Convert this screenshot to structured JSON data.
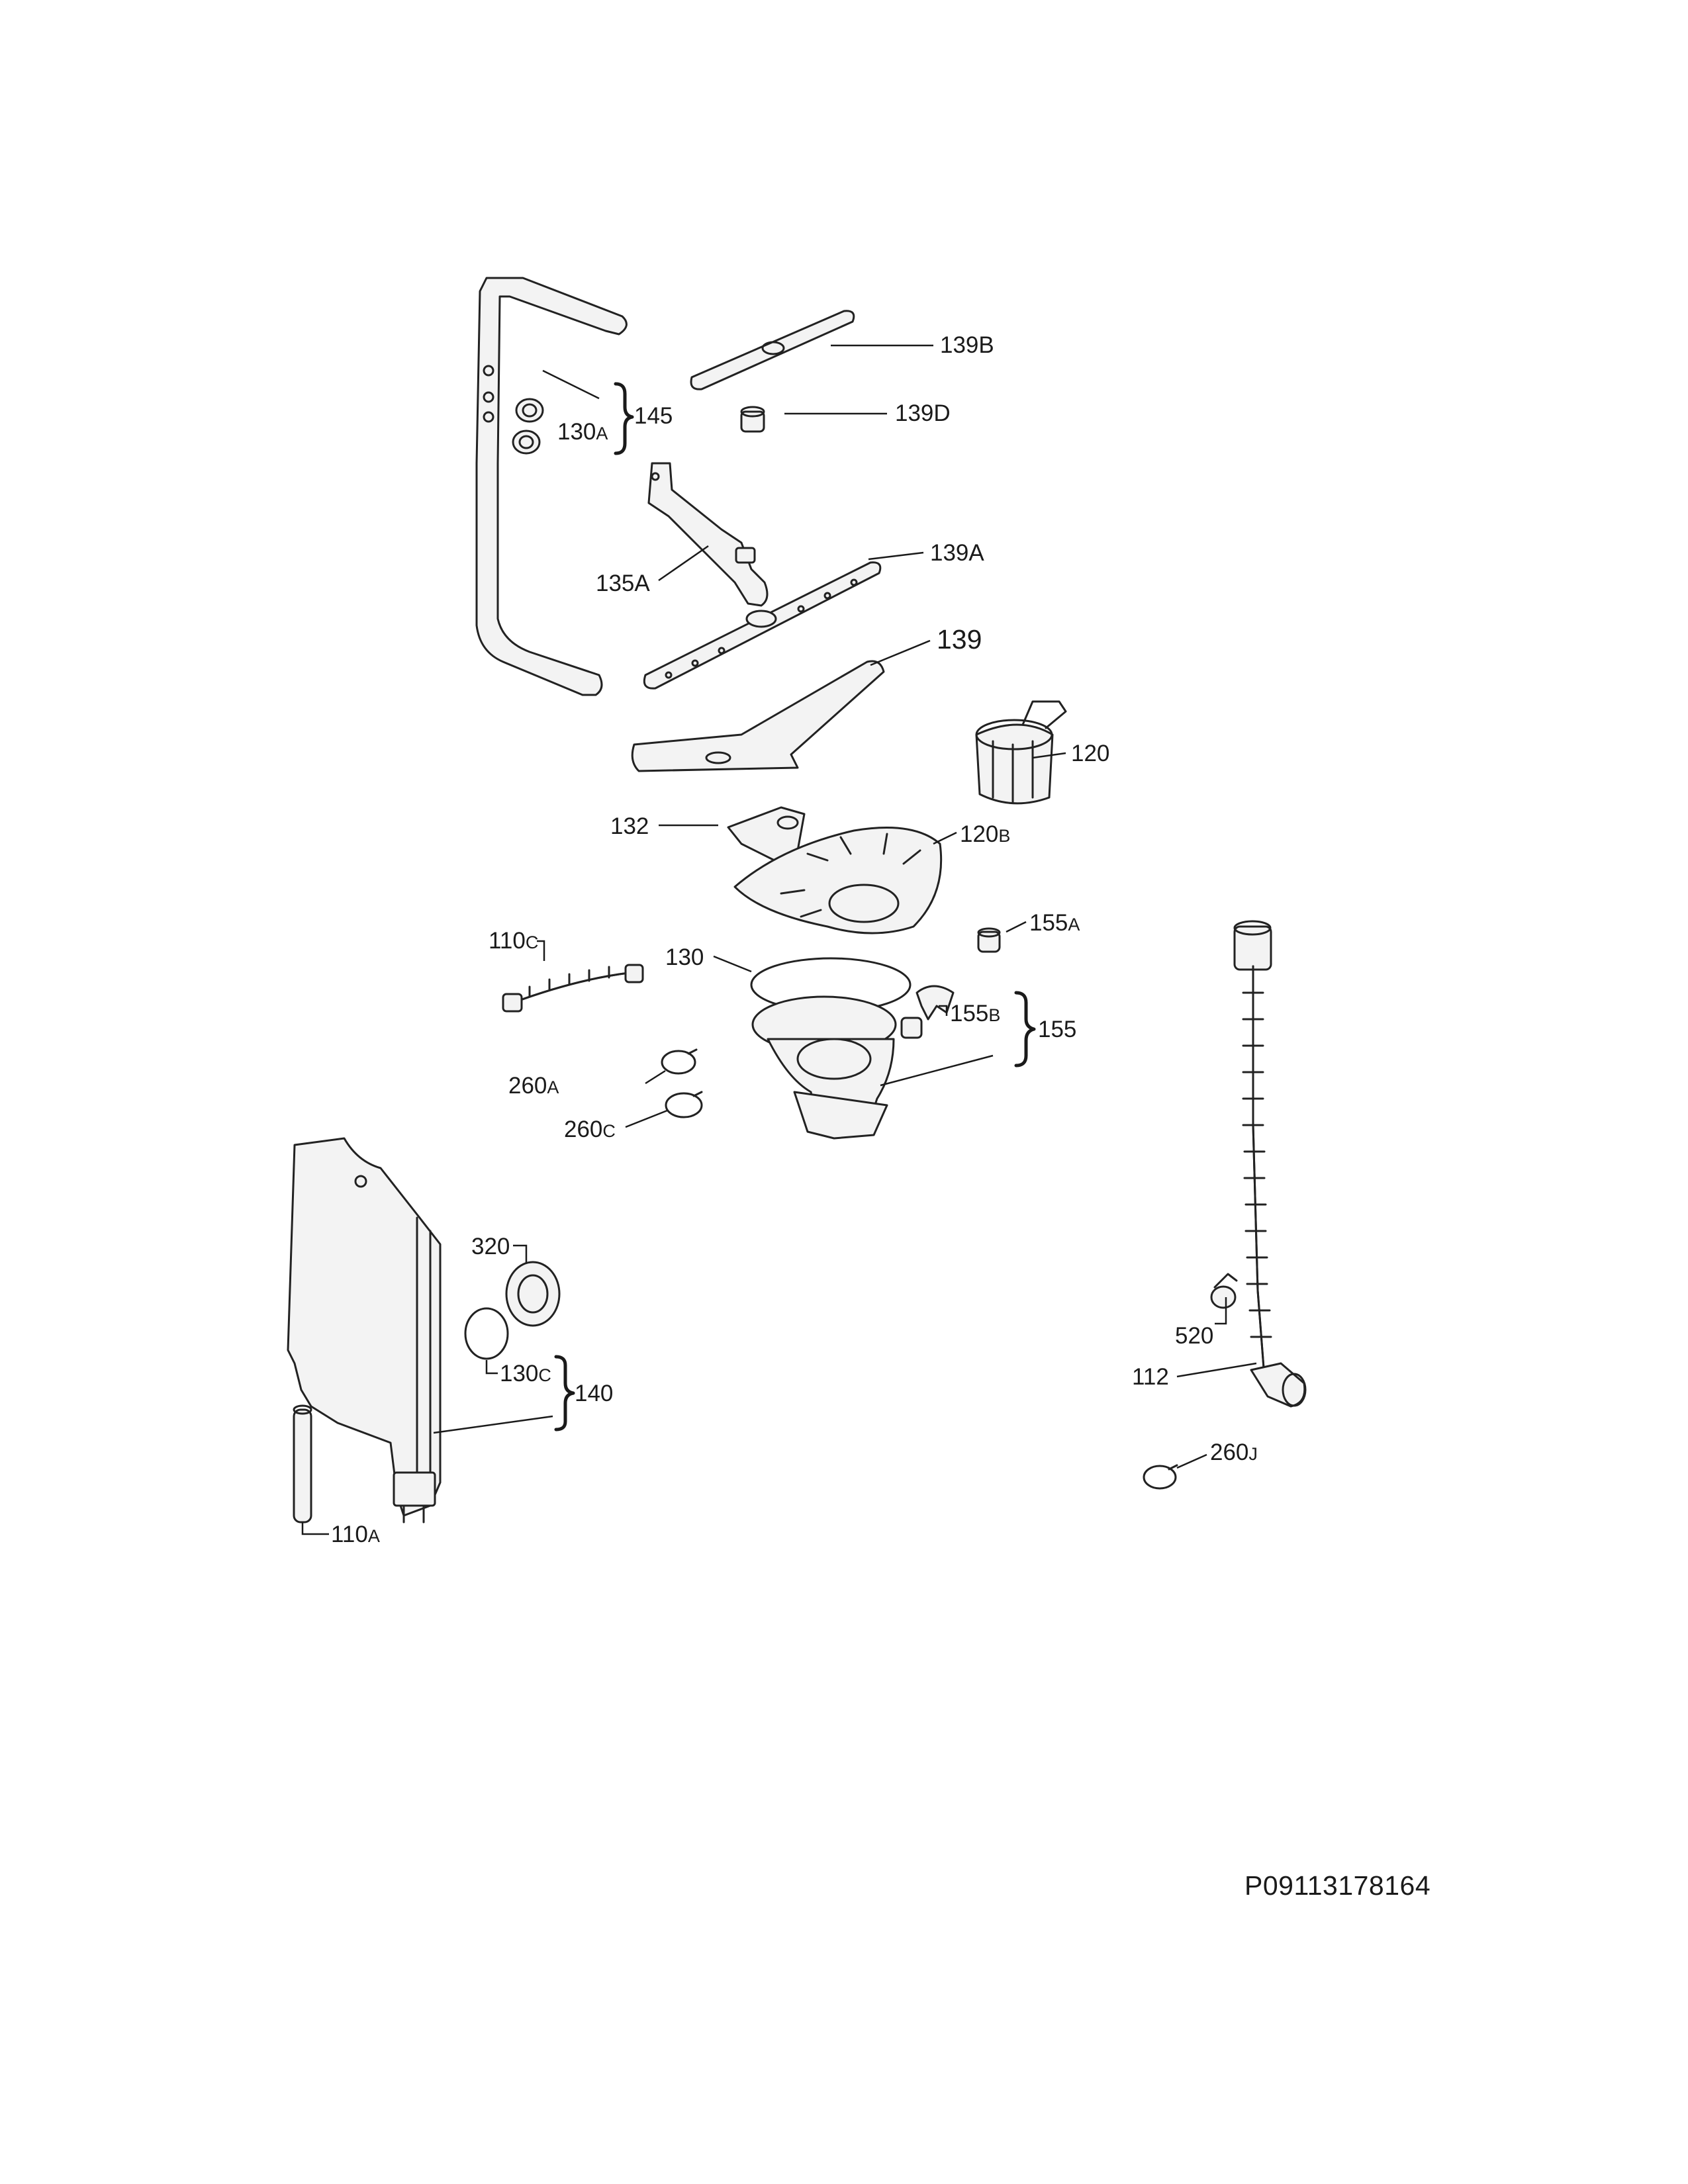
{
  "labels": {
    "p139B": {
      "main": "139B",
      "sub": ""
    },
    "p139D": {
      "main": "139D",
      "sub": ""
    },
    "p145": {
      "main": "145",
      "sub": ""
    },
    "p130A": {
      "main": "130",
      "sub": "A"
    },
    "p135A": {
      "main": "135A",
      "sub": ""
    },
    "p139A": {
      "main": "139A",
      "sub": ""
    },
    "p139": {
      "main": "139",
      "sub": ""
    },
    "p120": {
      "main": "120",
      "sub": ""
    },
    "p132": {
      "main": "132",
      "sub": ""
    },
    "p120B": {
      "main": "120",
      "sub": "B"
    },
    "p155A": {
      "main": "155",
      "sub": "A"
    },
    "p110C": {
      "main": "110",
      "sub": "C"
    },
    "p130": {
      "main": "130",
      "sub": ""
    },
    "p155B": {
      "main": "155",
      "sub": "B"
    },
    "p155": {
      "main": "155",
      "sub": ""
    },
    "p260A": {
      "main": "260",
      "sub": "A"
    },
    "p260C": {
      "main": "260",
      "sub": "C"
    },
    "p320": {
      "main": "320",
      "sub": ""
    },
    "p130C": {
      "main": "130",
      "sub": "C"
    },
    "p140": {
      "main": "140",
      "sub": ""
    },
    "p110A": {
      "main": "110",
      "sub": "A"
    },
    "p520": {
      "main": "520",
      "sub": ""
    },
    "p112": {
      "main": "112",
      "sub": ""
    },
    "p260J": {
      "main": "260",
      "sub": "J"
    }
  },
  "document_code": "P09113178164"
}
